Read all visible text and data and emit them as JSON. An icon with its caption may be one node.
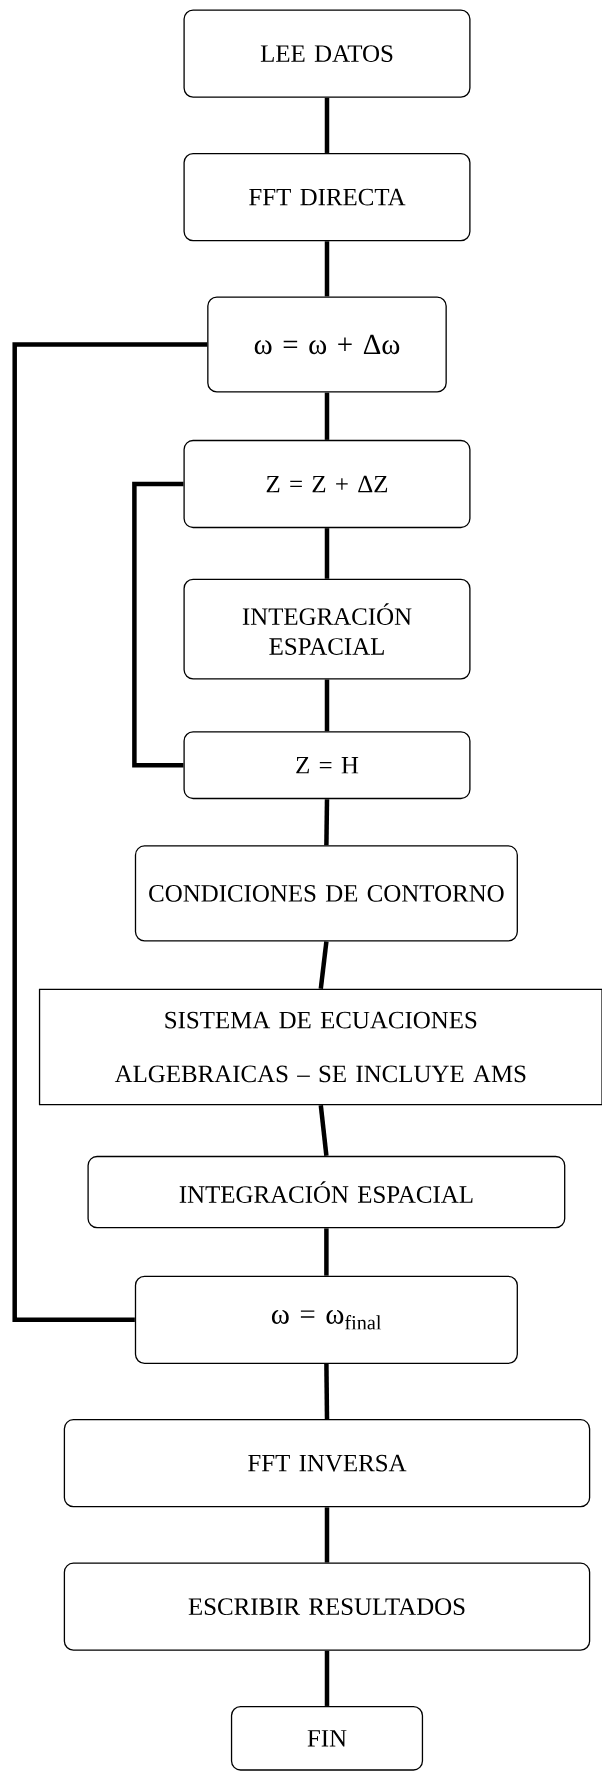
{
  "diagram": {
    "nodes": [
      {
        "text": [
          "LEE DATOS"
        ]
      },
      {
        "text": [
          "FFT DIRECTA"
        ]
      },
      {
        "text": [
          "ω = ω + Δω"
        ]
      },
      {
        "text": [
          "Z = Z + ΔZ"
        ]
      },
      {
        "text": [
          "INTEGRACIÓN ESPACIAL"
        ]
      },
      {
        "text": [
          "Z = H"
        ]
      },
      {
        "text": [
          "CONDICIONES DE CONTORNO"
        ]
      },
      {
        "text": [
          "SISTEMA DE ECUACIONES ALGEBRAICAS – SE INCLUYE AMS"
        ]
      },
      {
        "text": [
          "INTEGRACIÓN ESPACIAL"
        ]
      },
      {
        "text": [
          "ω = ω$_{final}$"
        ]
      },
      {
        "text": [
          "FFT INVERSA"
        ]
      },
      {
        "text": [
          "ESCRIBIR RESULTADOS"
        ]
      },
      {
        "text": [
          "FIN"
        ]
      }
    ],
    "edges": [
      {
        "from": 0,
        "to": 1,
        "arrow": "none"
      },
      {
        "from": 1,
        "to": 2,
        "arrow": "none"
      },
      {
        "from": 2,
        "to": 3,
        "arrow": "none"
      },
      {
        "from": 3,
        "to": 4,
        "arrow": "none"
      },
      {
        "from": 4,
        "to": 5,
        "arrow": "none"
      },
      {
        "from": 5,
        "to": 6,
        "arrow": "none"
      },
      {
        "from": 6,
        "to": 7,
        "arrow": "none"
      },
      {
        "from": 7,
        "to": 8,
        "arrow": "none"
      },
      {
        "from": 8,
        "to": 9,
        "arrow": "none"
      },
      {
        "from": 9,
        "to": 10,
        "arrow": "none"
      },
      {
        "from": 10,
        "to": 11,
        "arrow": "none"
      },
      {
        "from": 11,
        "to": 12,
        "arrow": "none"
      },
      {
        "from": 5,
        "to": 3,
        "arrow": "none"
      },
      {
        "from": 9,
        "to": 2,
        "arrow": "none"
      }
    ]
  }
}
